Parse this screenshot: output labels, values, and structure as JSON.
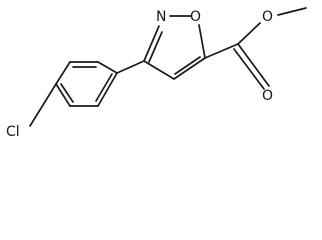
{
  "diagram": {
    "type": "chemical-structure",
    "atom_labels": {
      "isoxazole_nitrogen": "N",
      "isoxazole_oxygen": "O",
      "carbonyl_oxygen": "O",
      "ester_oxygen": "O",
      "chlorine": "Cl"
    }
  }
}
